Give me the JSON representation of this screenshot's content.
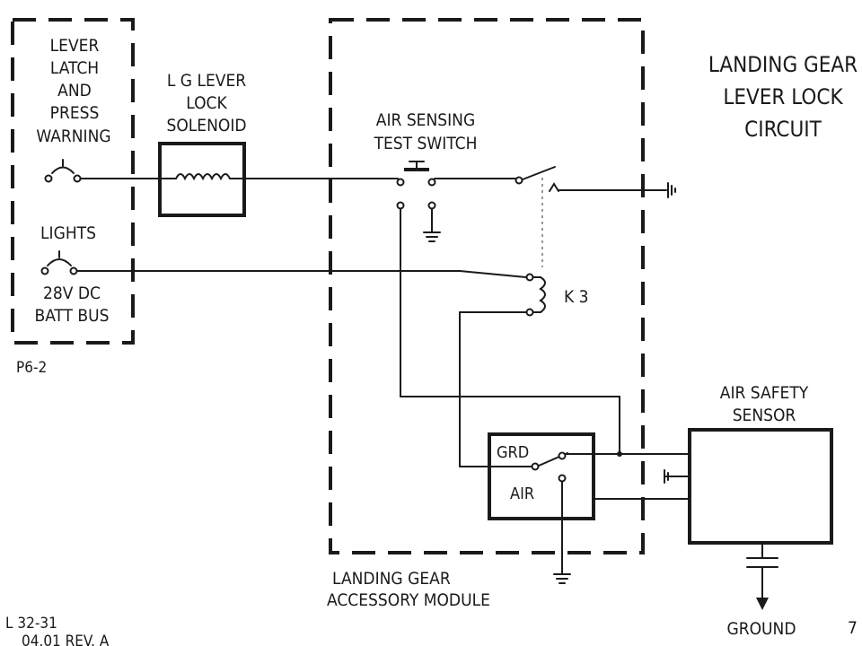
{
  "title": [
    "LANDING GEAR",
    "LEVER LOCK",
    "CIRCUIT"
  ],
  "panel": {
    "lever_latch": [
      "LEVER",
      "LATCH",
      "AND",
      "PRESS",
      "WARNING"
    ],
    "lights": "LIGHTS",
    "bus": [
      "28V DC",
      "BATT BUS"
    ],
    "panel_id": "P6-2"
  },
  "solenoid": [
    "L G LEVER",
    "LOCK",
    "SOLENOID"
  ],
  "test_switch": [
    "AIR SENSING",
    "TEST SWITCH"
  ],
  "relay": "K 3",
  "module": [
    "LANDING GEAR",
    "ACCESSORY MODULE"
  ],
  "grd_air": {
    "grd": "GRD",
    "air": "AIR"
  },
  "sensor": [
    "AIR SAFETY",
    "SENSOR"
  ],
  "ground": "GROUND",
  "footer": [
    "L 32-31",
    "04.01 REV. A"
  ],
  "page_number": "7"
}
